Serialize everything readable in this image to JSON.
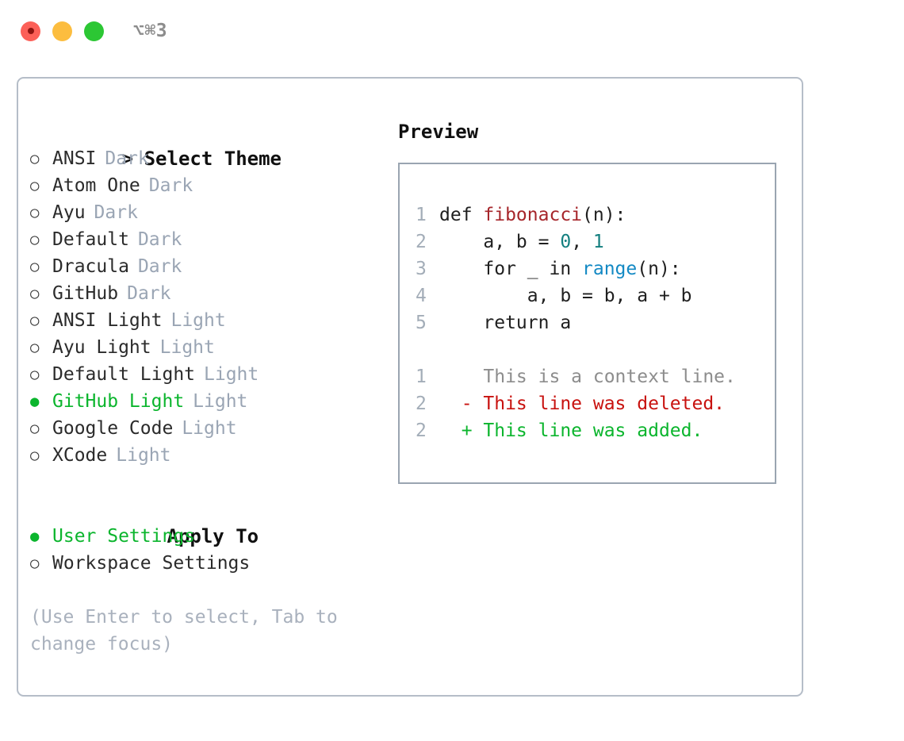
{
  "window": {
    "shortcut": "⌥⌘3",
    "traffic_lights": [
      {
        "name": "close",
        "color": "#fc6058"
      },
      {
        "name": "minimize",
        "color": "#fcbd3f"
      },
      {
        "name": "maximize",
        "color": "#2cc734"
      }
    ]
  },
  "theme_picker": {
    "caret": ">",
    "title": "Select Theme",
    "bullet_unselected": "○",
    "bullet_selected": "●",
    "items": [
      {
        "label": "ANSI",
        "tag": "Dark",
        "selected": false
      },
      {
        "label": "Atom One",
        "tag": "Dark",
        "selected": false
      },
      {
        "label": "Ayu",
        "tag": "Dark",
        "selected": false
      },
      {
        "label": "Default",
        "tag": "Dark",
        "selected": false
      },
      {
        "label": "Dracula",
        "tag": "Dark",
        "selected": false
      },
      {
        "label": "GitHub",
        "tag": "Dark",
        "selected": false
      },
      {
        "label": "ANSI Light",
        "tag": "Light",
        "selected": false
      },
      {
        "label": "Ayu Light",
        "tag": "Light",
        "selected": false
      },
      {
        "label": "Default Light",
        "tag": "Light",
        "selected": false
      },
      {
        "label": "GitHub Light",
        "tag": "Light",
        "selected": true
      },
      {
        "label": "Google Code",
        "tag": "Light",
        "selected": false
      },
      {
        "label": "XCode",
        "tag": "Light",
        "selected": false
      }
    ]
  },
  "apply_to": {
    "title": "Apply To",
    "items": [
      {
        "label": "User Settings",
        "selected": true
      },
      {
        "label": "Workspace Settings",
        "selected": false
      }
    ]
  },
  "hint": "(Use Enter to select, Tab to change focus)",
  "preview": {
    "title": "Preview",
    "code_lines": [
      {
        "num": "1",
        "tokens": [
          {
            "t": "def ",
            "c": "k-def"
          },
          {
            "t": "fibonacci",
            "c": "k-fn"
          },
          {
            "t": "(n):",
            "c": "k-plain"
          }
        ]
      },
      {
        "num": "2",
        "tokens": [
          {
            "t": "    a, b = ",
            "c": "k-plain"
          },
          {
            "t": "0",
            "c": "k-num"
          },
          {
            "t": ", ",
            "c": "k-plain"
          },
          {
            "t": "1",
            "c": "k-num"
          }
        ]
      },
      {
        "num": "3",
        "tokens": [
          {
            "t": "    for _ in ",
            "c": "k-plain"
          },
          {
            "t": "range",
            "c": "k-call"
          },
          {
            "t": "(n):",
            "c": "k-plain"
          }
        ]
      },
      {
        "num": "4",
        "tokens": [
          {
            "t": "        a, b = b, a + b",
            "c": "k-plain"
          }
        ]
      },
      {
        "num": "5",
        "tokens": [
          {
            "t": "    return a",
            "c": "k-plain"
          }
        ]
      }
    ],
    "diff_lines": [
      {
        "num": "1",
        "marker": " ",
        "text": "This is a context line.",
        "kind": "d-context"
      },
      {
        "num": "2",
        "marker": "-",
        "text": "This line was deleted.",
        "kind": "d-del"
      },
      {
        "num": "2",
        "marker": "+",
        "text": "This line was added.",
        "kind": "d-add"
      }
    ]
  },
  "colors": {
    "accent_green": "#0bb52d",
    "muted": "#9aa5b4",
    "border": "#b5bdc8",
    "preview_border": "#9aa5b1",
    "syntax_function": "#a6262b",
    "syntax_number": "#137f7f",
    "syntax_call": "#1389c4",
    "diff_delete": "#c8120f",
    "diff_add": "#0bb52d",
    "diff_context": "#8d8d8d"
  }
}
